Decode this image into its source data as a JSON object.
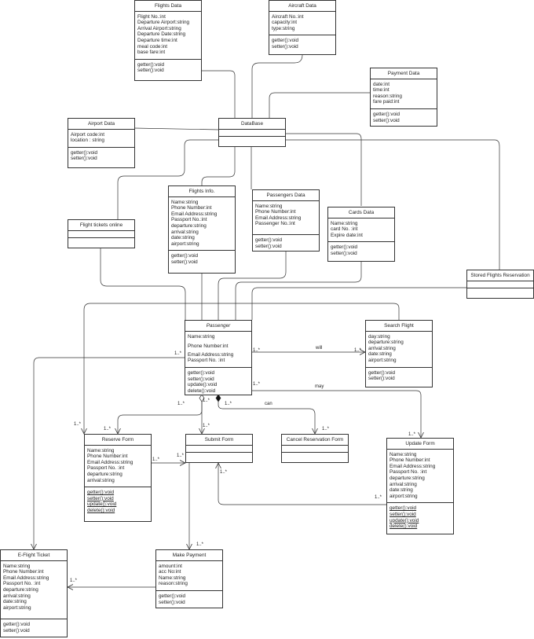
{
  "classes": {
    "flights_data": {
      "name": "Flights Data",
      "attributes": [
        "Flight No.:int",
        "Departure Airport:string",
        "Arrival Airport:string",
        "Departure Date:string",
        "Departure time:int",
        "meal code:int",
        "base fare:int"
      ],
      "methods": [
        "getter():void",
        "setter():void"
      ]
    },
    "aircraft_data": {
      "name": "Aircraft Data",
      "attributes": [
        "Aircraft No.:int",
        "capacity:int",
        "type:string"
      ],
      "methods": [
        "getter():void",
        "setter():void"
      ]
    },
    "payment_data": {
      "name": "Payment Data",
      "attributes": [
        "date:int",
        "time:int",
        "reason:string",
        "fare paid:int"
      ],
      "methods": [
        "getter():void",
        "setter():void"
      ]
    },
    "airport_data": {
      "name": "Airport Data",
      "attributes": [
        "Airport code:int",
        "location : string"
      ],
      "methods": [
        "getter():void",
        "setter():void"
      ]
    },
    "database": {
      "name": "DataBase"
    },
    "flight_tickets_online": {
      "name": "Flight tickets online"
    },
    "flights_info": {
      "name": "Flights Info.",
      "attributes": [
        "Name:string",
        "Phone Number:int",
        "Email Address:string",
        "Passport No.:int",
        "departure:string",
        "arrival:string",
        "date:string",
        "airport:string"
      ],
      "methods": [
        "getter():void",
        "setter():void"
      ]
    },
    "passengers_data": {
      "name": "Passengers Data",
      "attributes": [
        "Name:string",
        "Phone Number:int",
        "Email Address:string",
        "Passenger No.:int"
      ],
      "methods": [
        "getter():void",
        "setter():void"
      ]
    },
    "cards_data": {
      "name": "Cards Data",
      "attributes": [
        "Name:string",
        "card No. :int",
        "Expire date:int"
      ],
      "methods": [
        "getter():void",
        "setter():void"
      ]
    },
    "stored_flights_reservation": {
      "name": "Stored Flights Reservation"
    },
    "passenger": {
      "name": "Passenger",
      "attributes": [
        "Name:string",
        "Phone Number:int",
        "Email Address:string",
        "Passport No. :int"
      ],
      "methods": [
        "getter():void",
        "setter():void",
        "update():void",
        "delete():void"
      ]
    },
    "search_flight": {
      "name": "Search Flight",
      "attributes": [
        "day:string",
        "departure:string",
        "arrival:string",
        "date:string",
        "airport:string"
      ],
      "methods": [
        "getter():void",
        "setter():void"
      ]
    },
    "reserve_form": {
      "name": "Reserve Form",
      "attributes": [
        "Name:string",
        "Phone Number:int",
        "Email Address:string",
        "Passport No. :int",
        "departure:string",
        "arrival:string"
      ],
      "methods": [
        "getter():void",
        "setter():void",
        "update():void",
        "delete():void"
      ]
    },
    "submit_form": {
      "name": "Submit Form"
    },
    "cancel_reservation_form": {
      "name": "Cancel Reservation Form"
    },
    "update_form": {
      "name": "Update Form",
      "attributes": [
        "Name:string",
        "Phone Number:int",
        "Email Address:string",
        "Passport No. :int",
        "departure:string",
        "arrival:string",
        "date:string",
        "airport:string"
      ],
      "methods": [
        "getter():void",
        "setter():void",
        "update():void",
        "delete():void"
      ]
    },
    "make_payment": {
      "name": "Make Payment",
      "attributes": [
        "amount:int",
        "acc No:int",
        "Name:string",
        "reason:string"
      ],
      "methods": [
        "getter():void",
        "setter():void"
      ]
    },
    "e_flight_ticket": {
      "name": "E-Flight Ticket",
      "attributes": [
        "Name:string",
        "Phone Number:int",
        "Email Address:string",
        "Passport No. :int",
        "departure:string",
        "arrival:string",
        "date:string",
        "airport:string"
      ],
      "methods": [
        "getter():void",
        "setter():void"
      ]
    }
  },
  "labels": {
    "will": "will",
    "may": "may",
    "can": "can",
    "mult": "1..*"
  }
}
